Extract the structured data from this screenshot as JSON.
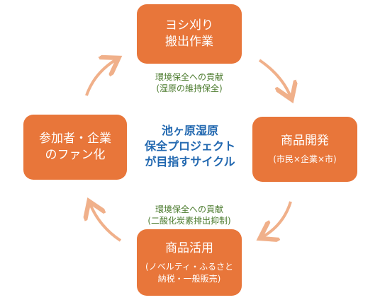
{
  "boxes": {
    "top": {
      "line1": "ヨシ刈り",
      "line2": "搬出作業"
    },
    "right": {
      "main": "商品開発",
      "sub": "(市民×企業×市)"
    },
    "bottom": {
      "main": "商品活用",
      "sub1": "(ノベルティ・ふるさと",
      "sub2": "納税・一般販売)"
    },
    "left": {
      "line1": "参加者・企業",
      "line2": "のファン化"
    }
  },
  "notes": {
    "top": {
      "line1": "環境保全への貢献",
      "line2": "(湿原の維持保全)"
    },
    "bottom": {
      "line1": "環境保全への貢献",
      "line2": "(二酸化炭素排出抑制)"
    }
  },
  "center": {
    "line1": "池ヶ原湿原",
    "line2": "保全プロジェクト",
    "line3": "が目指すサイクル"
  },
  "colors": {
    "box": "#e8763a",
    "arrow": "#f0b08a",
    "note": "#4a7a2c",
    "center": "#2268b0"
  }
}
